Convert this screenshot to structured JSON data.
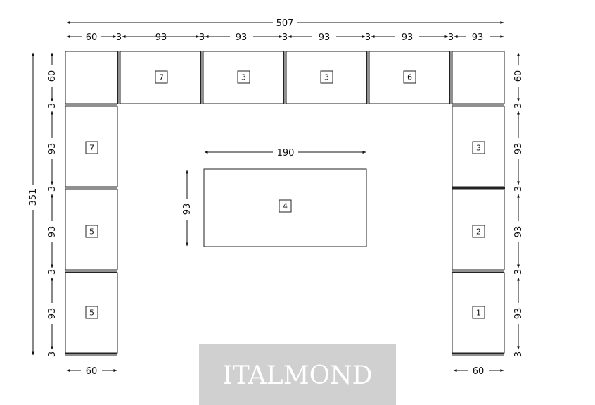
{
  "dims": {
    "overall_width": "507",
    "overall_height": "351",
    "island_width": "190",
    "island_depth": "93",
    "top_row": [
      "60",
      "3",
      "93",
      "3",
      "93",
      "3",
      "93",
      "3",
      "93",
      "3",
      "93"
    ],
    "left_side": [
      "60",
      "3",
      "93",
      "3",
      "93",
      "3",
      "93",
      "3"
    ],
    "right_side": [
      "60",
      "3",
      "93",
      "3",
      "93",
      "3",
      "93",
      "3"
    ],
    "bottom_left_width": "60",
    "bottom_right_width": "60"
  },
  "modules": {
    "top": [
      "7",
      "3",
      "3",
      "6"
    ],
    "left": [
      "7",
      "5",
      "5"
    ],
    "right": [
      "3",
      "2",
      "1"
    ],
    "island": "4"
  },
  "brand": {
    "watermark": "ITALMOND",
    "color": "#d0d0d0"
  }
}
